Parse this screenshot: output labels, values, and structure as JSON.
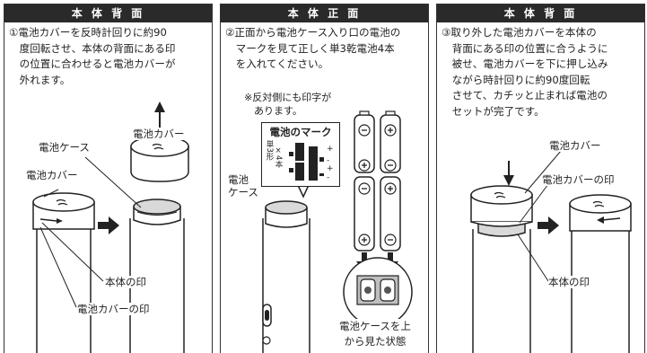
{
  "panels": [
    {
      "header": "本 体 背 面",
      "text": "①電池カバーを反時計回りに約90\n　度回転させ、本体の背面にある印\n　の位置に合わせると電池カバーが\n　外れます。",
      "labels": {
        "cover_top": "電池カバー",
        "case": "電池ケース",
        "cover_left": "電池カバー",
        "body_mark": "本体の印",
        "cover_mark": "電池カバーの印"
      }
    },
    {
      "header": "本 体 正 面",
      "text": "②正面から電池ケース入り口の電池の\n　マークを見て正しく単3乾電池4本\n　を入れてください。",
      "note": "※反対側にも印字が\n　あります。",
      "mark_title": "電池のマーク",
      "mark_vertical_1": "単3形",
      "mark_vertical_2": "×4本",
      "case_label": "電池\nケース",
      "caption": "電池ケースを上\nから見た状態"
    },
    {
      "header": "本 体 背 面",
      "text": "③取り外した電池カバーを本体の\n　背面にある印の位置に合うように\n　被せ、電池カバーを下に押し込み\n　ながら時計回りに約90度回転\n　させて、カチッと止まれば電池の\n　セットが完了です。",
      "labels": {
        "cover": "電池カバー",
        "cover_mark": "電池カバーの印",
        "body_mark": "本体の印"
      }
    }
  ]
}
